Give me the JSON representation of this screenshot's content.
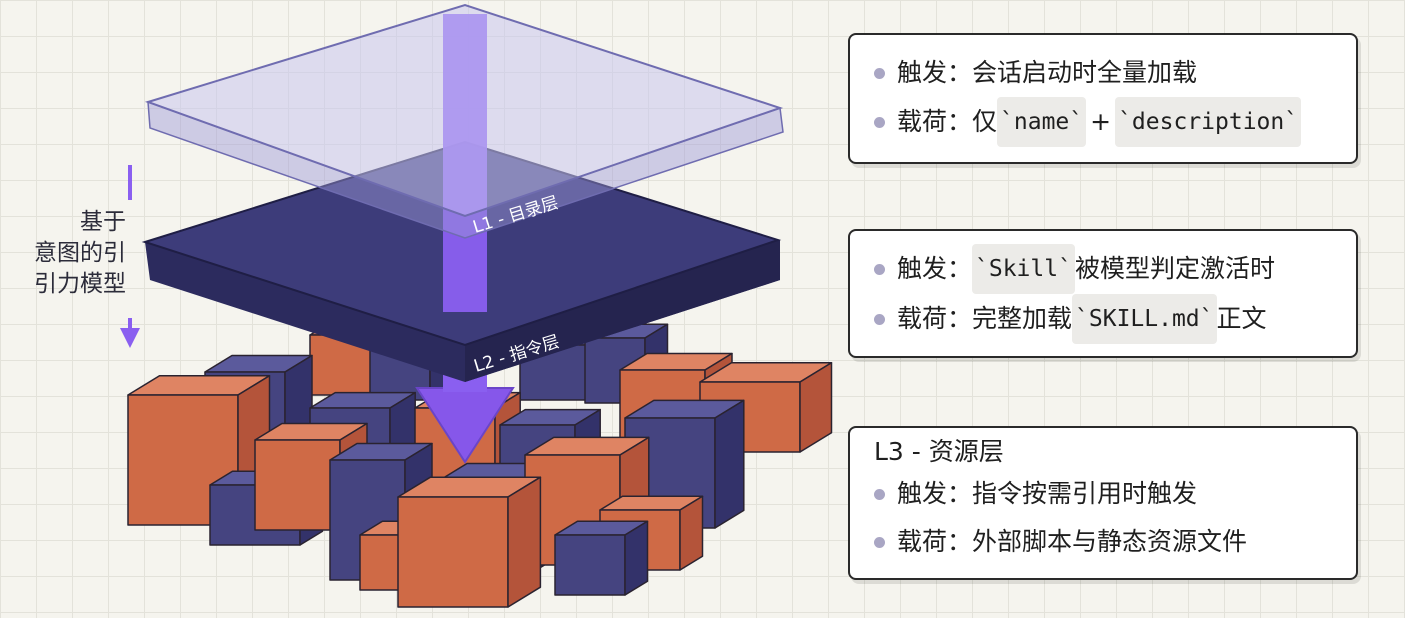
{
  "layers": {
    "l1_label": "L1 - 目录层",
    "l2_label": "L2 - 指令层"
  },
  "side_label": {
    "lines": [
      "基于",
      "意图的引",
      "引力模型"
    ]
  },
  "cards": {
    "l1": {
      "trigger_key": "触发：",
      "trigger_text": "会话启动时全量加载",
      "payload_key": "载荷：",
      "payload_prefix": "仅",
      "payload_code1": "`name`",
      "payload_plus": "+",
      "payload_code2": "`description`"
    },
    "l2": {
      "trigger_key": "触发：",
      "trigger_code": "`Skill`",
      "trigger_text": "被模型判定激活时",
      "payload_key": "载荷：",
      "payload_prefix": "完整加载",
      "payload_code": "`SKILL.md`",
      "payload_suffix": "正文"
    },
    "l3": {
      "title": "L3 - 资源层",
      "trigger_key": "触发：",
      "trigger_text": "指令按需引用时触发",
      "payload_key": "载荷：",
      "payload_text": "外部脚本与静态资源文件"
    }
  },
  "colors": {
    "orange_cube": "#cf6a46",
    "purple_cube": "#454480",
    "plate_dark": "#3d3c7a",
    "plate_glass": "#b9b6e6",
    "arrow": "#8a5ff0",
    "bullet": "#a9a6c4"
  }
}
